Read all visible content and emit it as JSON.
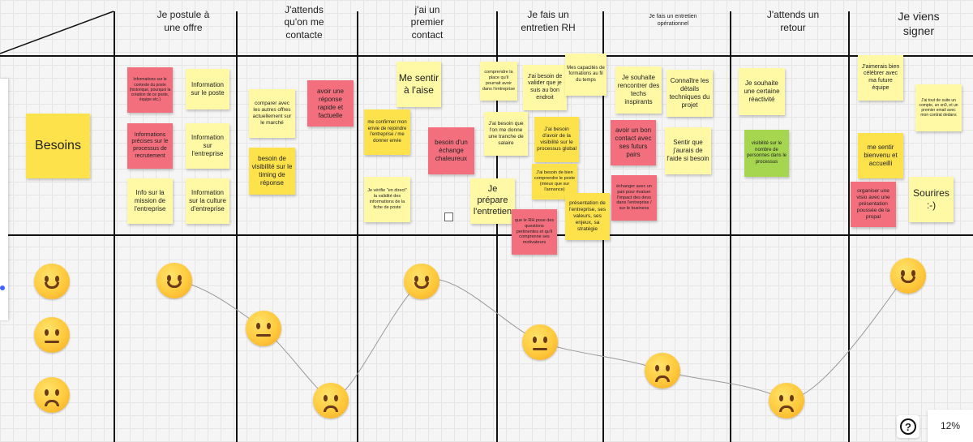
{
  "stages": [
    "Je postule à une offre",
    "J'attends qu'on me contacte",
    "j'ai un premier contact",
    "Je fais un entretien RH",
    "Je fais un entretien opérationnel",
    "J'attends un retour",
    "Je viens signer"
  ],
  "row_label": "Besoins",
  "notes": {
    "c1_a": "Informations sur le contexte du poste (historique, pourquoi la création de ce poste, équipe etc.)",
    "c1_b": "Information sur le poste",
    "c1_c": "Informations précises sur le processus de recrutement",
    "c1_d": "Information sur l'entreprise",
    "c1_e": "Info sur la mission de l'entreprise",
    "c1_f": "Information sur la culture d'entreprise",
    "c2_a": "comparer avec les autres offres actuellement sur le marché",
    "c2_b": "avoir une réponse rapide et factuelle",
    "c2_c": "besoin de visibilité sur le timing de réponse",
    "c3_a": "Me sentir à l'aise",
    "c3_b": "me confirmer mon envie de rejoindre l'entreprise / me donner envie",
    "c3_c": "besoin d'un échange chaleureux",
    "c3_d": "Je vérifie \"en direct\" la validité des informations de la fiche de poste",
    "c4_a": "comprendre la place qu'il pourrait avoir dans l'entreprise",
    "c4_b": "J'ai besoin de valider que je suis au bon endroit",
    "c4_c": "Mes capacités de formations au fil du temps",
    "c4_d": "J'ai besoin que l'on me donne une tranche de salaire",
    "c4_e": "J'ai besoin d'avoir de la visibilité sur le processus global",
    "c4_f": "J'ai besoin de bien comprendre le poste (mieux que sur l'annonce)",
    "c4_g": "Je prépare l'entretien",
    "c4_h": "que le RH pose des questions pertinentes et qu'il comprenne ses motivateurs",
    "c4_i": "présentation de l'entreprise, ses valeurs, ses enjeux, sa stratégie",
    "c5_a": "Je souhaite rencontrer des techs inspirants",
    "c5_b": "Connaître les détails techniques du projet",
    "c5_c": "avoir un bon contact avec ses futurs pairs",
    "c5_d": "Sentir que j'aurais de l'aide si besoin",
    "c5_e": "échanger avec un pair pour évaluer l'impact des devs dans l'entreprise / sur le business",
    "c6_a": "Je souhaite une certaine réactivité",
    "c6_b": "visibilité sur le nombre de personnes dans le processus",
    "c7_a": "J'aimerais bien célébrer avec ma future équipe",
    "c7_b": "J'ai tout de suite un compte, un sn0, et un premier email avec mon contrat dedans",
    "c7_c": "me sentir bienvenu et accueilli",
    "c7_d": "organiser une visio avec une présentation poussée de la propal",
    "c7_e": "Sourires :-)"
  },
  "emotion_levels": [
    "happy",
    "neutral",
    "sad"
  ],
  "emotion_curve": [
    {
      "stage": "Je postule à une offre",
      "emotion": "happy"
    },
    {
      "stage": "J'attends qu'on me contacte",
      "emotion": "neutral"
    },
    {
      "stage": "J'attends qu'on me contacte",
      "emotion": "sad"
    },
    {
      "stage": "j'ai un premier contact",
      "emotion": "happy"
    },
    {
      "stage": "Je fais un entretien RH",
      "emotion": "neutral"
    },
    {
      "stage": "Je fais un entretien opérationnel",
      "emotion": "sad"
    },
    {
      "stage": "J'attends un retour",
      "emotion": "sad"
    },
    {
      "stage": "Je viens signer",
      "emotion": "happy"
    }
  ],
  "colors": {
    "sticky_yellow": "#fff9a5",
    "sticky_gold": "#fde24c",
    "sticky_pink": "#f36f7e",
    "sticky_green": "#a6d64f"
  },
  "ui": {
    "zoom": "12%",
    "help_icon": "?"
  }
}
